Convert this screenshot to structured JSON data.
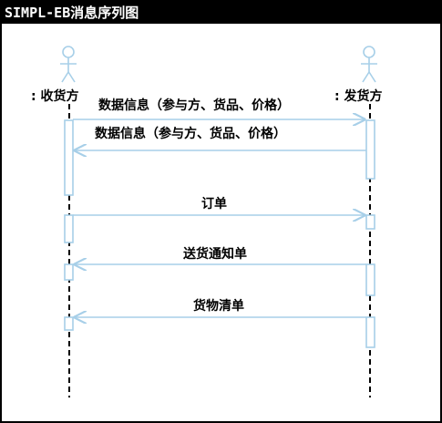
{
  "title": "SIMPL-EB消息序列图",
  "actors": {
    "receiver": ": 收货方",
    "sender": ": 发货方"
  },
  "messages": {
    "m1": "数据信息（参与方、货品、价格）",
    "m2": "数据信息（参与方、货品、价格）",
    "m3": "订单",
    "m4": "送货通知单",
    "m5": "货物清单"
  },
  "colors": {
    "actor": "#a7cfe8",
    "line": "#a7cfe8",
    "lifeline": "#000000"
  }
}
